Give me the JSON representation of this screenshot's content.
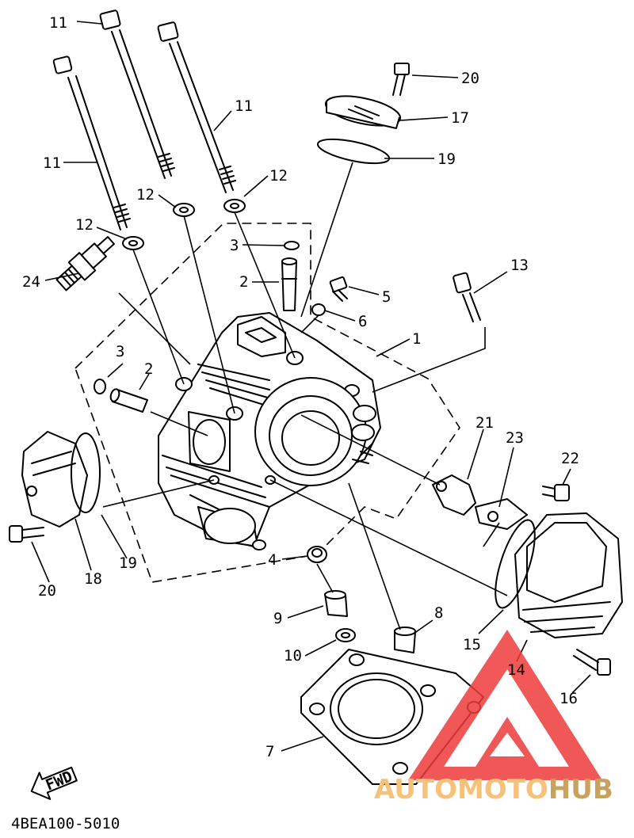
{
  "diagram": {
    "code": "4BEA100-5010",
    "fwd": "FWD",
    "watermark": {
      "part1": "AUTOMOTO",
      "part2": "HUB",
      "color1": "#f6c27a",
      "color2": "#c9a25e",
      "mark_color": "#ee3b3b"
    },
    "callouts": [
      {
        "id": "c11a",
        "text": "11"
      },
      {
        "id": "c11b",
        "text": "11"
      },
      {
        "id": "c11c",
        "text": "11"
      },
      {
        "id": "c20a",
        "text": "20"
      },
      {
        "id": "c17",
        "text": "17"
      },
      {
        "id": "c19a",
        "text": "19"
      },
      {
        "id": "c12a",
        "text": "12"
      },
      {
        "id": "c12b",
        "text": "12"
      },
      {
        "id": "c12c",
        "text": "12"
      },
      {
        "id": "c3a",
        "text": "3"
      },
      {
        "id": "c2a",
        "text": "2"
      },
      {
        "id": "c5",
        "text": "5"
      },
      {
        "id": "c6",
        "text": "6"
      },
      {
        "id": "c13",
        "text": "13"
      },
      {
        "id": "c24",
        "text": "24"
      },
      {
        "id": "c1",
        "text": "1"
      },
      {
        "id": "c3b",
        "text": "3"
      },
      {
        "id": "c2b",
        "text": "2"
      },
      {
        "id": "c21",
        "text": "21"
      },
      {
        "id": "c23",
        "text": "23"
      },
      {
        "id": "c22",
        "text": "22"
      },
      {
        "id": "c19b",
        "text": "19"
      },
      {
        "id": "c18",
        "text": "18"
      },
      {
        "id": "c20b",
        "text": "20"
      },
      {
        "id": "c4",
        "text": "4"
      },
      {
        "id": "c9",
        "text": "9"
      },
      {
        "id": "c8",
        "text": "8"
      },
      {
        "id": "c10",
        "text": "10"
      },
      {
        "id": "c15",
        "text": "15"
      },
      {
        "id": "c14",
        "text": "14"
      },
      {
        "id": "c16",
        "text": "16"
      },
      {
        "id": "c7",
        "text": "7"
      }
    ]
  }
}
